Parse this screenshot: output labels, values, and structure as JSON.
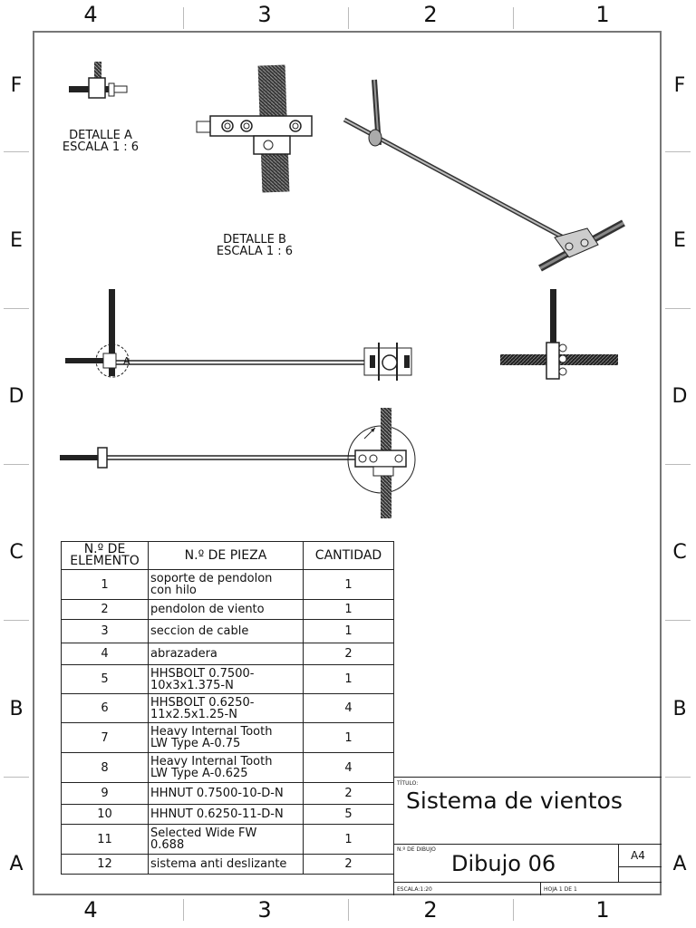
{
  "zones": {
    "columns": [
      "4",
      "3",
      "2",
      "1"
    ],
    "rows": [
      "F",
      "E",
      "D",
      "C",
      "B",
      "A"
    ]
  },
  "details": {
    "a_title": "DETALLE A",
    "a_scale": "ESCALA 1 : 6",
    "b_title": "DETALLE B",
    "b_scale": "ESCALA 1 : 6",
    "a_marker": "A"
  },
  "bom": {
    "headers": {
      "item": [
        "N.º DE",
        "ELEMENTO"
      ],
      "part": "N.º DE PIEZA",
      "qty": "CANTIDAD"
    },
    "rows": [
      {
        "item": "1",
        "part": [
          "soporte de pendolon",
          "con hilo"
        ],
        "qty": "1"
      },
      {
        "item": "2",
        "part": [
          "pendolon de viento"
        ],
        "qty": "1"
      },
      {
        "item": "3",
        "part": [
          "seccion de cable"
        ],
        "qty": "1"
      },
      {
        "item": "4",
        "part": [
          "abrazadera"
        ],
        "qty": "2"
      },
      {
        "item": "5",
        "part": [
          "HHSBOLT 0.7500-",
          "10x3x1.375-N"
        ],
        "qty": "1"
      },
      {
        "item": "6",
        "part": [
          "HHSBOLT 0.6250-",
          "11x2.5x1.25-N"
        ],
        "qty": "4"
      },
      {
        "item": "7",
        "part": [
          "Heavy Internal Tooth",
          "LW Type A-0.75"
        ],
        "qty": "1"
      },
      {
        "item": "8",
        "part": [
          "Heavy Internal Tooth",
          "LW Type A-0.625"
        ],
        "qty": "4"
      },
      {
        "item": "9",
        "part": [
          "HHNUT 0.7500-10-D-N"
        ],
        "qty": "2"
      },
      {
        "item": "10",
        "part": [
          "HHNUT 0.6250-11-D-N"
        ],
        "qty": "5"
      },
      {
        "item": "11",
        "part": [
          "Selected Wide FW",
          "0.688"
        ],
        "qty": "1"
      },
      {
        "item": "12",
        "part": [
          "sistema anti deslizante"
        ],
        "qty": "2"
      }
    ]
  },
  "title_block": {
    "title_label": "TÍTULO:",
    "title": "Sistema de vientos",
    "drawing_no_label": "N.º DE DIBUJO",
    "drawing_no": "Dibujo 06",
    "sheet_size": "A4",
    "scale": "ESCALA:1:20",
    "sheet": "HOJA 1 DE 1"
  }
}
